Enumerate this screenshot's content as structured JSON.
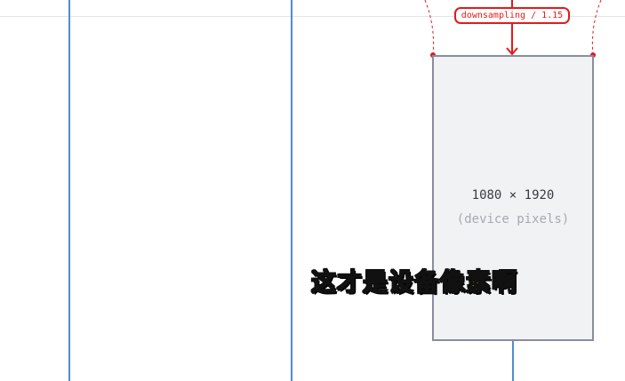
{
  "annotation": {
    "label": "downsampling / 1.15",
    "color": "#e21b1b"
  },
  "device_box": {
    "dimensions": "1080 × 1920",
    "unit_label": "(device pixels)"
  },
  "caption": "这才是设备像素啊",
  "colors": {
    "guide_line": "#4a8fcf",
    "box_fill": "#f1f2f4",
    "box_border": "#8a8d9c",
    "caption_fill": "#ffe22a"
  }
}
